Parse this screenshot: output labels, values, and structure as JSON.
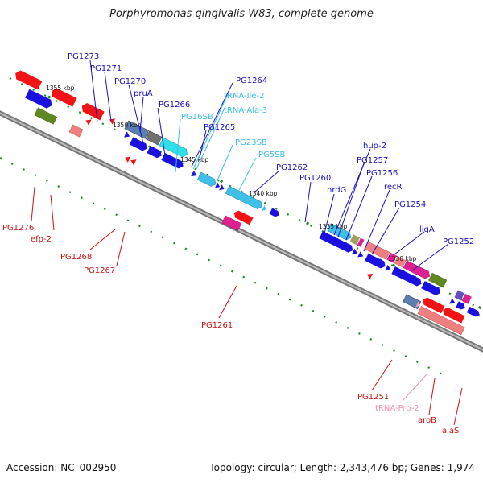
{
  "title": "Porphyromonas gingivalis W83, complete genome",
  "footer": {
    "accession": "Accession: NC_002950",
    "topology": "Topology: circular; Length: 2,343,476 bp; Genes: 1,974"
  },
  "scale_labels": [
    "1355 kbp",
    "1350 kbp",
    "1345 kbp",
    "1340 kbp",
    "1335 kbp",
    "1330 kbp"
  ],
  "colors": {
    "forward_gene": "#1a10e0",
    "reverse_gene": "#f21414",
    "rrna": "#40d0f0",
    "trna": "#40d0f0",
    "forward_label": "#1a10c0",
    "reverse_label": "#d01010",
    "rna_label": "#3ac0e8",
    "reverse_trna_label": "#f090b0",
    "backbone": "#8a8a8a",
    "tick": "#1a8a1a"
  },
  "forward_labels": [
    "PG1273",
    "PG1271",
    "PG1270",
    "pruA",
    "PG1266",
    "PG1264",
    "PG1265",
    "PG1262",
    "PG1260",
    "nrdG",
    "hup-2",
    "PG1257",
    "PG1256",
    "recR",
    "PG1254",
    "ligA",
    "PG1252"
  ],
  "rna_labels": [
    "tRNA-Ile-2",
    "tRNA-Ala-3",
    "PG16SB",
    "PG23SB",
    "PG5SB"
  ],
  "reverse_labels": [
    "PG1276",
    "efp-2",
    "PG1268",
    "PG1267",
    "PG1261",
    "PG1251",
    "aroB",
    "alaS"
  ],
  "reverse_rna_labels": [
    "tRNA-Pro-2"
  ]
}
